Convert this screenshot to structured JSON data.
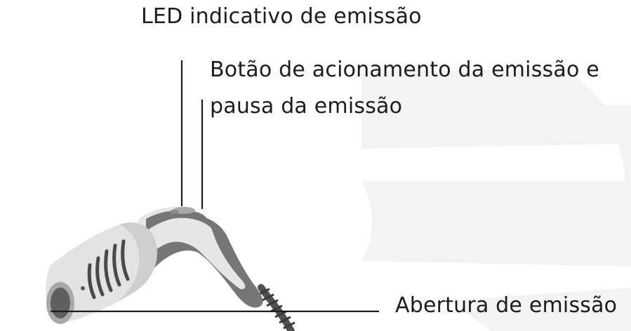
{
  "labels": {
    "led": "LED indicativo de emissão",
    "button_line1": "Botão de acionamento da emissão e",
    "button_line2": "pausa da emissão",
    "aperture": "Abertura de emissão"
  },
  "colors": {
    "device_light": "#e6e6e6",
    "device_dark": "#767676",
    "leader_line": "#1c1c1c",
    "watermark": "#f3f3f3"
  }
}
